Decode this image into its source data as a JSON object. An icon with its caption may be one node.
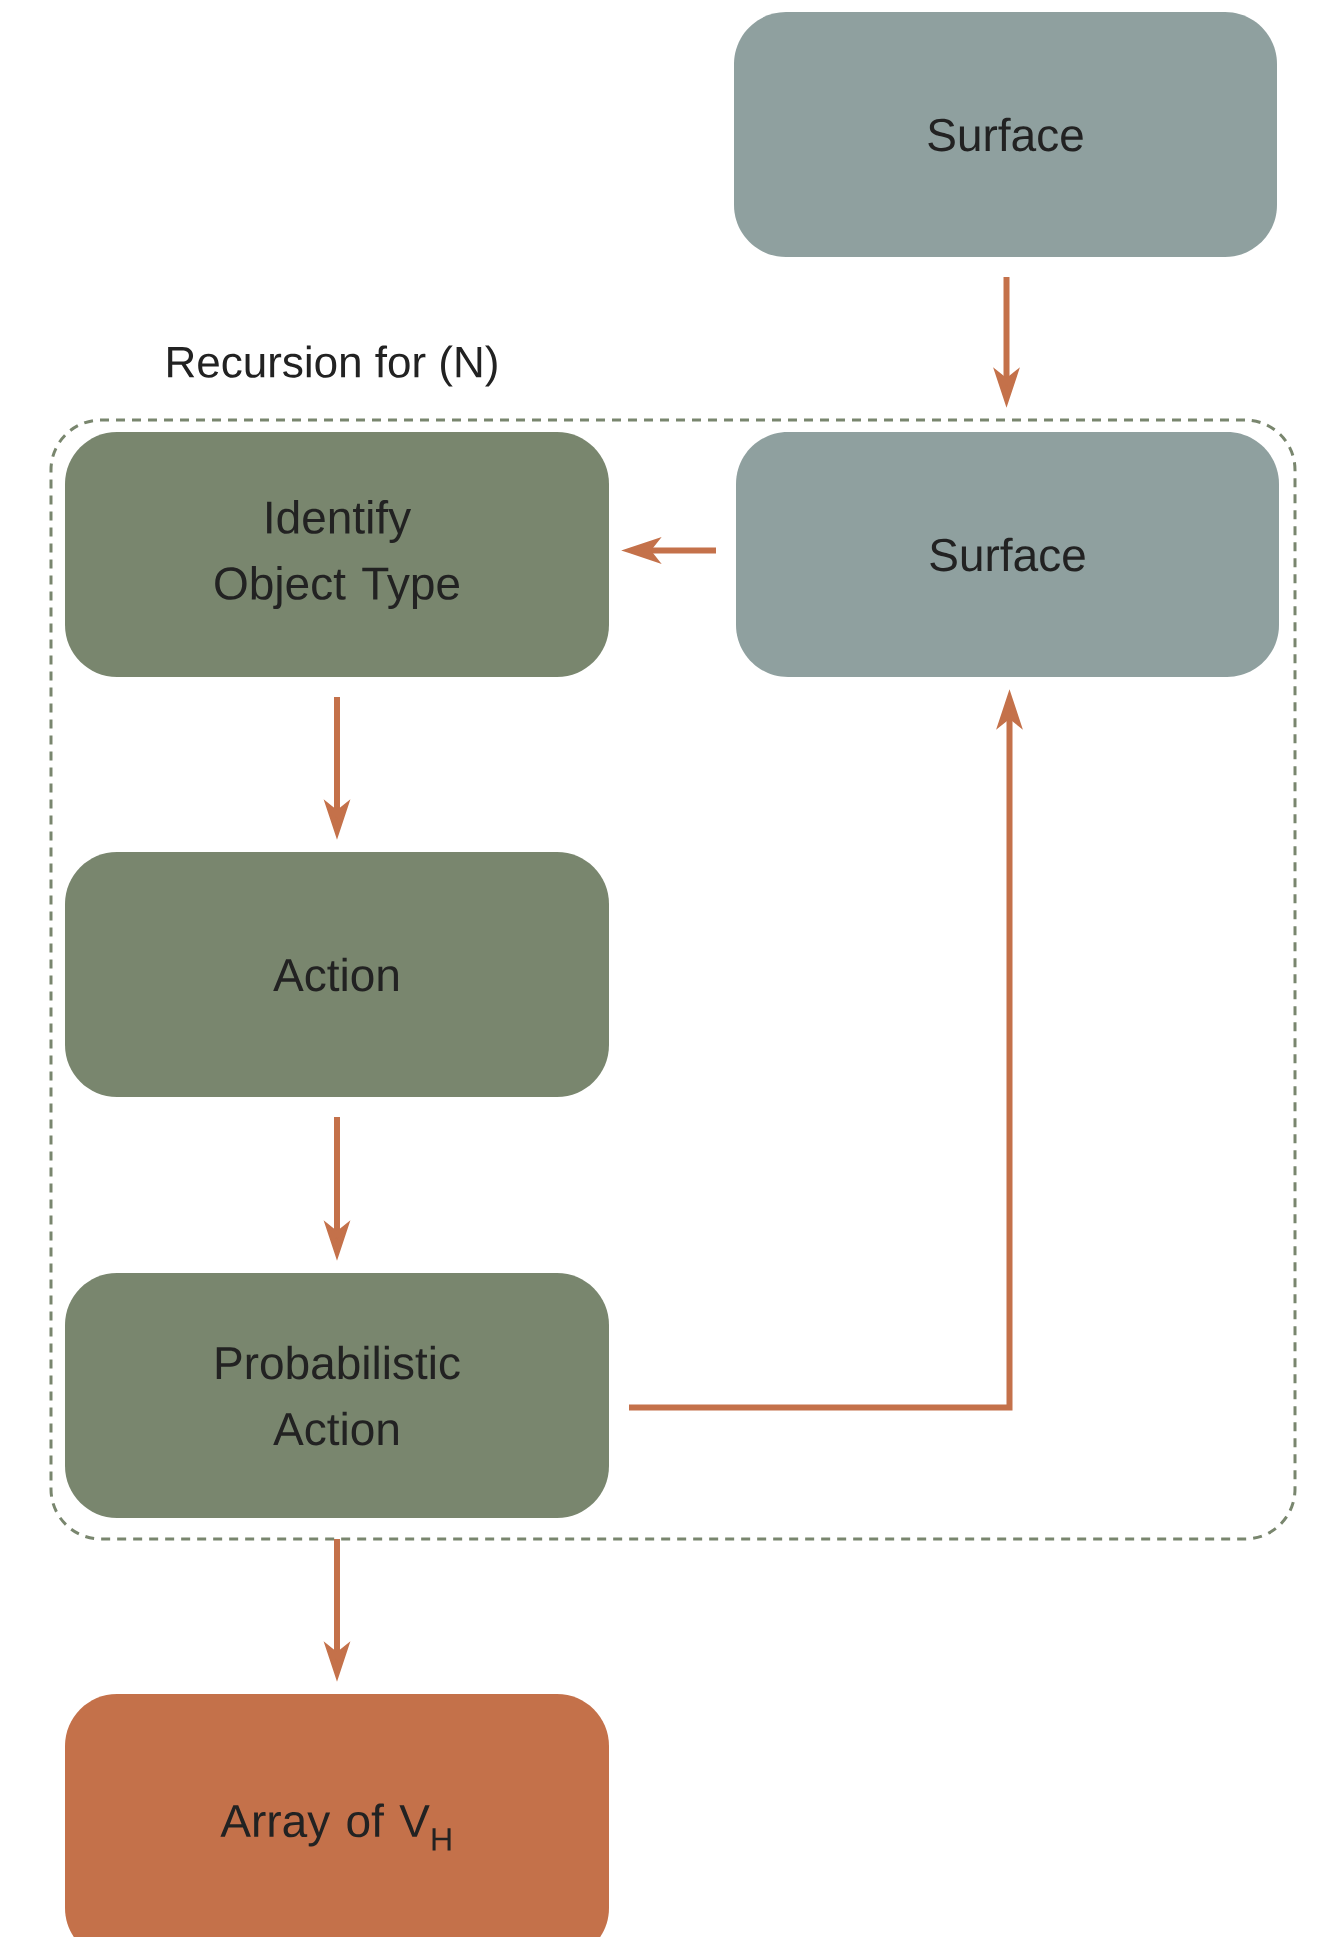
{
  "diagram": {
    "nodes": [
      {
        "text": [
          "Surface"
        ]
      },
      {
        "text": [
          "Recursion for (N)"
        ]
      },
      {
        "text": [
          "Identify Object Type"
        ],
        "in": 1
      },
      {
        "text": [
          "Surface"
        ],
        "in": 1
      },
      {
        "text": [
          "Action"
        ],
        "in": 1
      },
      {
        "text": [
          "Probabilistic Action"
        ],
        "in": 1
      },
      {
        "text": [
          "Array of V$_{H}$"
        ]
      }
    ],
    "edges": [
      {
        "from": 0,
        "to": 3,
        "arrow": "to"
      },
      {
        "from": 3,
        "to": 2,
        "arrow": "to"
      },
      {
        "from": 2,
        "to": 4,
        "arrow": "to"
      },
      {
        "from": 4,
        "to": 5,
        "arrow": "to"
      },
      {
        "from": 5,
        "to": 3,
        "arrow": "to"
      },
      {
        "from": 5,
        "to": 6,
        "arrow": "to"
      }
    ]
  }
}
